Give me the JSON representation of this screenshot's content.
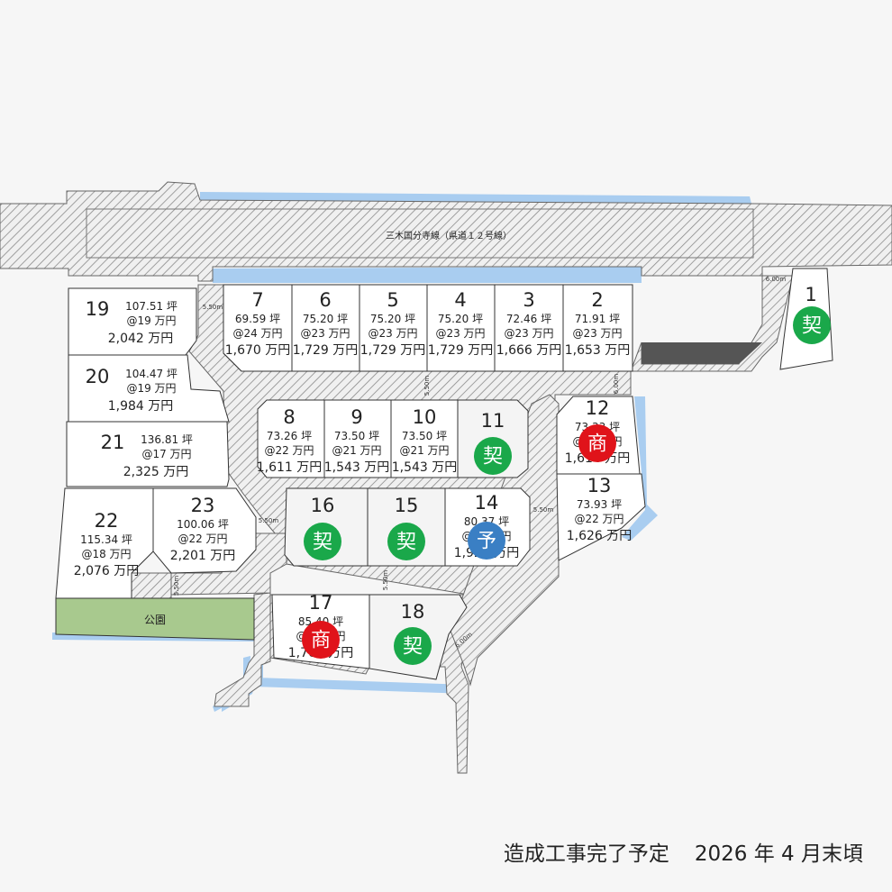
{
  "map": {
    "road_name": "三木国分寺線（県道１２号線）",
    "park_label": "公園",
    "road_widths": [
      "5.50m",
      "5.50m",
      "5.50m",
      "5.50m",
      "5.50m",
      "5.50m",
      "6.00m",
      "6.00m",
      "6.00m"
    ],
    "colors": {
      "contract": "#1aa84a",
      "negotiation": "#e0131a",
      "reserved": "#3a7fc4",
      "park": "#a8c98e",
      "water": "#a9cdf0",
      "driveway": "#555555"
    },
    "lots": [
      {
        "num": "1",
        "status": "契"
      },
      {
        "num": "2",
        "area": "71.91",
        "unit_price": "@23",
        "price": "1,653"
      },
      {
        "num": "3",
        "area": "72.46",
        "unit_price": "@23",
        "price": "1,666"
      },
      {
        "num": "4",
        "area": "75.20",
        "unit_price": "@23",
        "price": "1,729"
      },
      {
        "num": "5",
        "area": "75.20",
        "unit_price": "@23",
        "price": "1,729"
      },
      {
        "num": "6",
        "area": "75.20",
        "unit_price": "@23",
        "price": "1,729"
      },
      {
        "num": "7",
        "area": "69.59",
        "unit_price": "@24",
        "price": "1,670"
      },
      {
        "num": "8",
        "area": "73.26",
        "unit_price": "@22",
        "price": "1,611"
      },
      {
        "num": "9",
        "area": "73.50",
        "unit_price": "@21",
        "price": "1,543"
      },
      {
        "num": "10",
        "area": "73.50",
        "unit_price": "@21",
        "price": "1,543"
      },
      {
        "num": "11",
        "status": "契"
      },
      {
        "num": "12",
        "area": "73.33",
        "unit_price": "@22",
        "price": "1,614",
        "status": "商"
      },
      {
        "num": "13",
        "area": "73.93",
        "unit_price": "@22",
        "price": "1,626"
      },
      {
        "num": "14",
        "area": "80.37",
        "unit_price": "@24",
        "price": "1,929",
        "status": "予"
      },
      {
        "num": "15",
        "status": "契"
      },
      {
        "num": "16",
        "status": "契"
      },
      {
        "num": "17",
        "area": "85.40",
        "unit_price": "@20",
        "price": "1,708",
        "status": "商"
      },
      {
        "num": "18",
        "status": "契"
      },
      {
        "num": "19",
        "area": "107.51",
        "unit_price": "@19",
        "price": "2,042"
      },
      {
        "num": "20",
        "area": "104.47",
        "unit_price": "@19",
        "price": "1,984"
      },
      {
        "num": "21",
        "area": "136.81",
        "unit_price": "@17",
        "price": "2,325"
      },
      {
        "num": "22",
        "area": "115.34",
        "unit_price": "@18",
        "price": "2,076"
      },
      {
        "num": "23",
        "area": "100.06",
        "unit_price": "@22",
        "price": "2,201"
      }
    ],
    "units": {
      "area": "坪",
      "unit_price": "万円",
      "price": "万円"
    }
  },
  "footer": {
    "label": "造成工事完了予定",
    "date": "2026 年 4 月末頃"
  }
}
